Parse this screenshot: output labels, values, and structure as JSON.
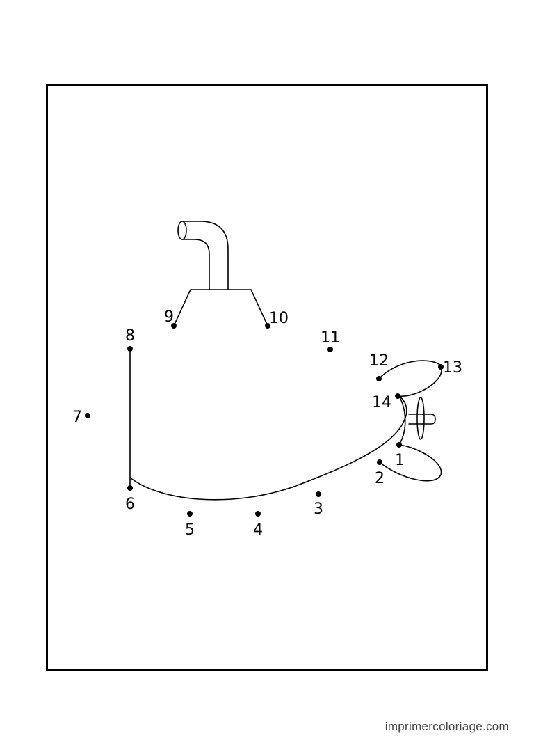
{
  "points": [
    {
      "label": "1",
      "dot": [
        574,
        639
      ],
      "text": [
        575,
        668
      ],
      "anchor": "middle"
    },
    {
      "label": "2",
      "dot": [
        546,
        664
      ],
      "text": [
        546,
        694
      ],
      "anchor": "middle"
    },
    {
      "label": "3",
      "dot": [
        458,
        710
      ],
      "text": [
        458,
        738
      ],
      "anchor": "middle"
    },
    {
      "label": "4",
      "dot": [
        371,
        738
      ],
      "text": [
        371,
        768
      ],
      "anchor": "middle"
    },
    {
      "label": "5",
      "dot": [
        273,
        738
      ],
      "text": [
        273,
        768
      ],
      "anchor": "middle"
    },
    {
      "label": "6",
      "dot": [
        187,
        701
      ],
      "text": [
        187,
        731
      ],
      "anchor": "middle"
    },
    {
      "label": "7",
      "dot": [
        126,
        597
      ],
      "text": [
        111,
        606
      ],
      "anchor": "middle"
    },
    {
      "label": "8",
      "dot": [
        187,
        501
      ],
      "text": [
        187,
        489
      ],
      "anchor": "middle"
    },
    {
      "label": "9",
      "dot": [
        250,
        468
      ],
      "text": [
        243,
        462
      ],
      "anchor": "middle"
    },
    {
      "label": "10",
      "dot": [
        385,
        468
      ],
      "text": [
        401,
        464
      ],
      "anchor": "middle"
    },
    {
      "label": "11",
      "dot": [
        475,
        502
      ],
      "text": [
        475,
        492
      ],
      "anchor": "middle"
    },
    {
      "label": "12",
      "dot": [
        545,
        544
      ],
      "text": [
        545,
        525
      ],
      "anchor": "middle"
    },
    {
      "label": "13",
      "dot": [
        634,
        527
      ],
      "text": [
        651,
        535
      ],
      "anchor": "middle"
    },
    {
      "label": "14",
      "dot": [
        572,
        569
      ],
      "text": [
        549,
        585
      ],
      "anchor": "middle"
    }
  ],
  "footer": {
    "site": "imprimercoloriage.com"
  }
}
